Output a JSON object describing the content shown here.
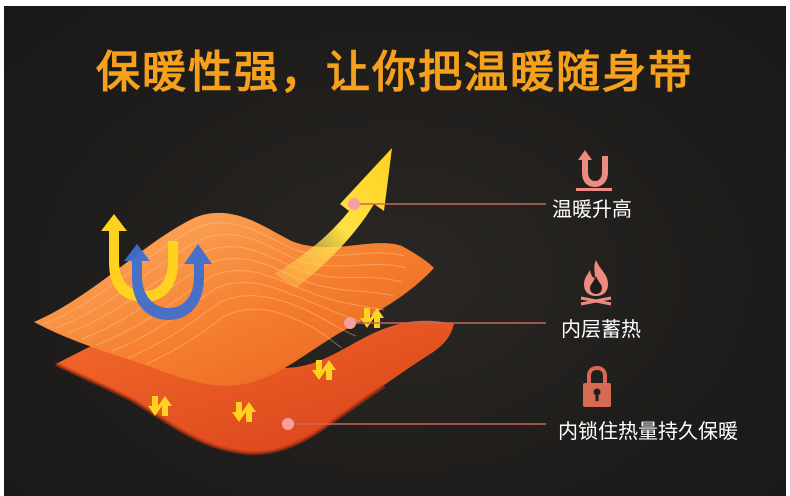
{
  "headline": "保暖性强，让你把温暖随身带",
  "features": [
    {
      "label": "温暖升高",
      "icon": "u-turn-arrow-up-icon"
    },
    {
      "label": "内层蓄热",
      "icon": "campfire-icon"
    },
    {
      "label": "内锁住热量持久保暖",
      "icon": "padlock-icon"
    }
  ],
  "colors": {
    "background": "#1f1d1b",
    "headline": "#f5a11e",
    "fabric_top": "#f57f2e",
    "fabric_bottom": "#e8501b",
    "arrow_yellow": "#ffd21f",
    "arrow_blue": "#3f6fcf",
    "icon_pink": "#ee8b80",
    "icon_lock": "#d86a54",
    "leader_line": "#c9665c"
  }
}
